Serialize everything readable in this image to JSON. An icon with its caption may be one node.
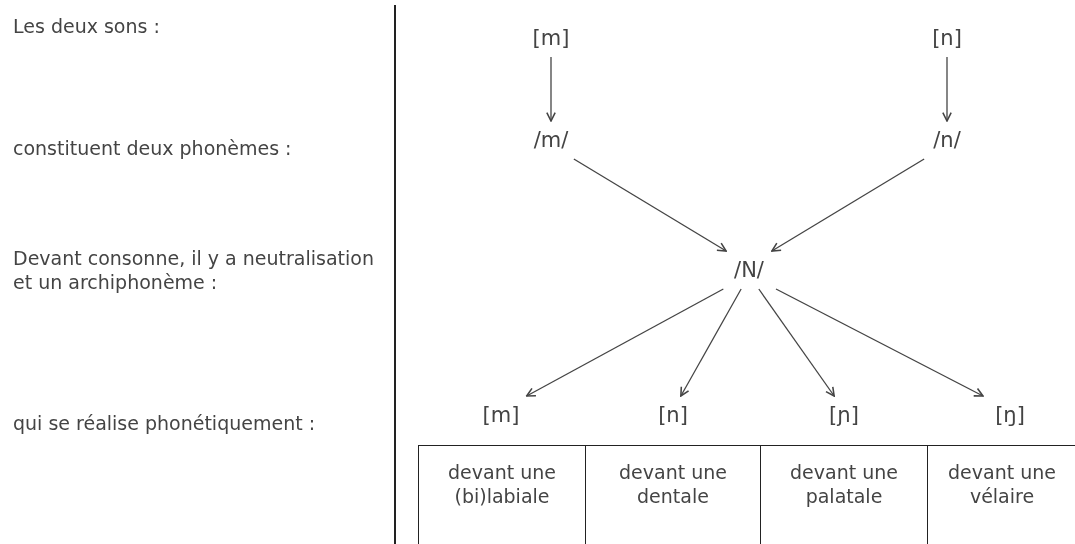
{
  "diagram": {
    "nodes": [
      {
        "text": [
          "[m]"
        ]
      },
      {
        "text": [
          "[n]"
        ]
      },
      {
        "text": [
          "/m/"
        ]
      },
      {
        "text": [
          "/n/"
        ]
      },
      {
        "text": [
          "/N/"
        ]
      },
      {
        "text": [
          "[m]"
        ]
      },
      {
        "text": [
          "[n]"
        ]
      },
      {
        "text": [
          "[ɲ]"
        ]
      },
      {
        "text": [
          "[ŋ]"
        ]
      },
      {
        "text": [
          "devant une (bi)labiale"
        ]
      },
      {
        "text": [
          "devant une dentale"
        ]
      },
      {
        "text": [
          "devant une palatale"
        ]
      },
      {
        "text": [
          "devant une vélaire"
        ]
      }
    ],
    "edges": [
      {
        "from": 0,
        "to": 2,
        "arrow": "to"
      },
      {
        "from": 1,
        "to": 3,
        "arrow": "to"
      },
      {
        "from": 2,
        "to": 4,
        "arrow": "to"
      },
      {
        "from": 3,
        "to": 4,
        "arrow": "to"
      },
      {
        "from": 4,
        "to": 5,
        "arrow": "to"
      },
      {
        "from": 4,
        "to": 6,
        "arrow": "to"
      },
      {
        "from": 4,
        "to": 7,
        "arrow": "to"
      },
      {
        "from": 4,
        "to": 8,
        "arrow": "to"
      }
    ],
    "labels": [
      "Les deux sons :",
      "constituent deux phonèmes :",
      "Devant consonne, il y a neutralisation et un archiphonème :",
      "qui se réalise phonétiquement :"
    ]
  }
}
